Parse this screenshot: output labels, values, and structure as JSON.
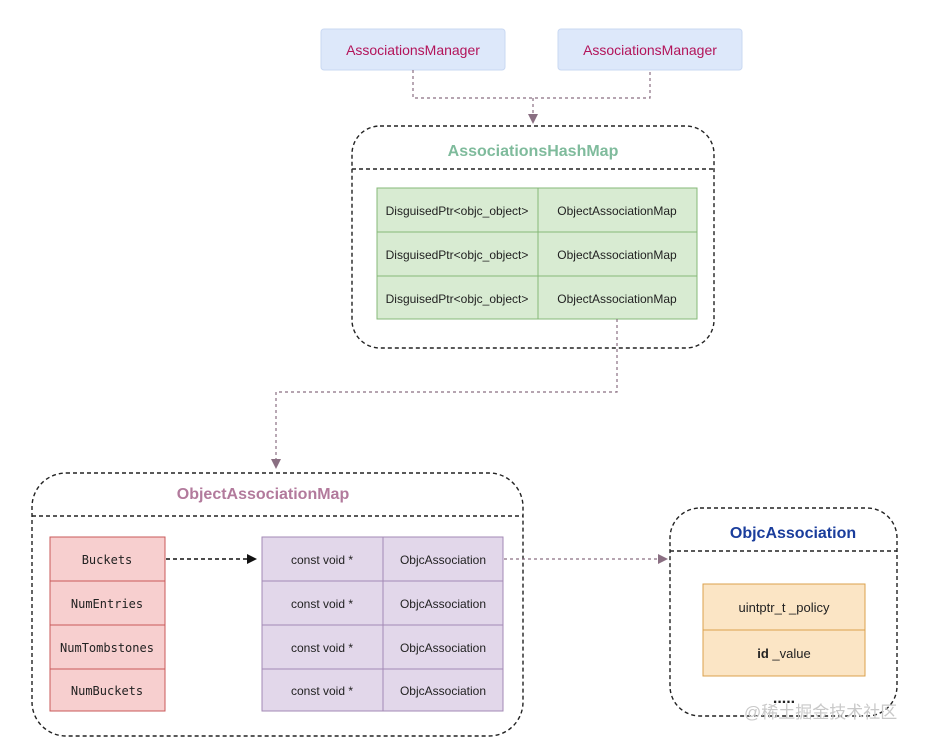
{
  "managers": [
    "AssociationsManager",
    "AssociationsManager"
  ],
  "hash_map": {
    "title": "AssociationsHashMap",
    "rows": [
      [
        "DisguisedPtr<objc_object>",
        "ObjectAssociationMap"
      ],
      [
        "DisguisedPtr<objc_object>",
        "ObjectAssociationMap"
      ],
      [
        "DisguisedPtr<objc_object>",
        "ObjectAssociationMap"
      ]
    ]
  },
  "object_map": {
    "title": "ObjectAssociationMap",
    "fields": [
      "Buckets",
      "NumEntries",
      "NumTombstones",
      "NumBuckets"
    ],
    "rows": [
      [
        "const void *",
        "ObjcAssociation"
      ],
      [
        "const void *",
        "ObjcAssociation"
      ],
      [
        "const void *",
        "ObjcAssociation"
      ],
      [
        "const void *",
        "ObjcAssociation"
      ]
    ]
  },
  "objc_association": {
    "title": "ObjcAssociation",
    "field_policy": "uintptr_t _policy",
    "field_value_type": "id",
    "field_value_name": " _value",
    "ellipsis": "....."
  },
  "watermark": "@稀土掘金技术社区",
  "colors": {
    "manager_text": "#b3145a",
    "hash_title": "#7fbb9c",
    "object_title": "#b27a9c",
    "assoc_title": "#1a3d9c"
  }
}
